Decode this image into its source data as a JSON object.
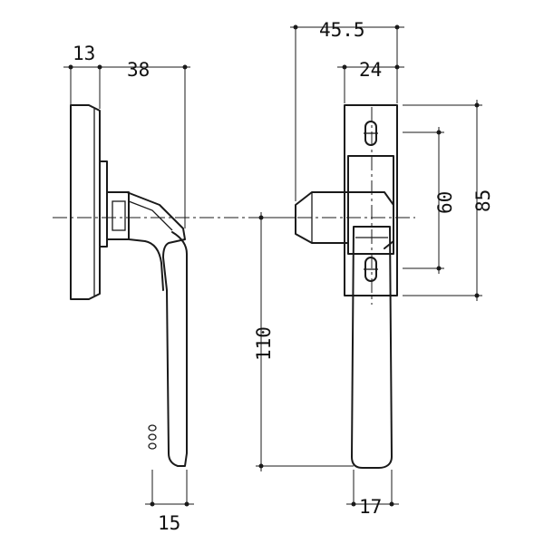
{
  "dimensions": {
    "d13": "13",
    "d38": "38",
    "d15": "15",
    "d45_5": "45.5",
    "d24": "24",
    "d60": "60",
    "d85": "85",
    "d110": "110",
    "d17": "17"
  }
}
